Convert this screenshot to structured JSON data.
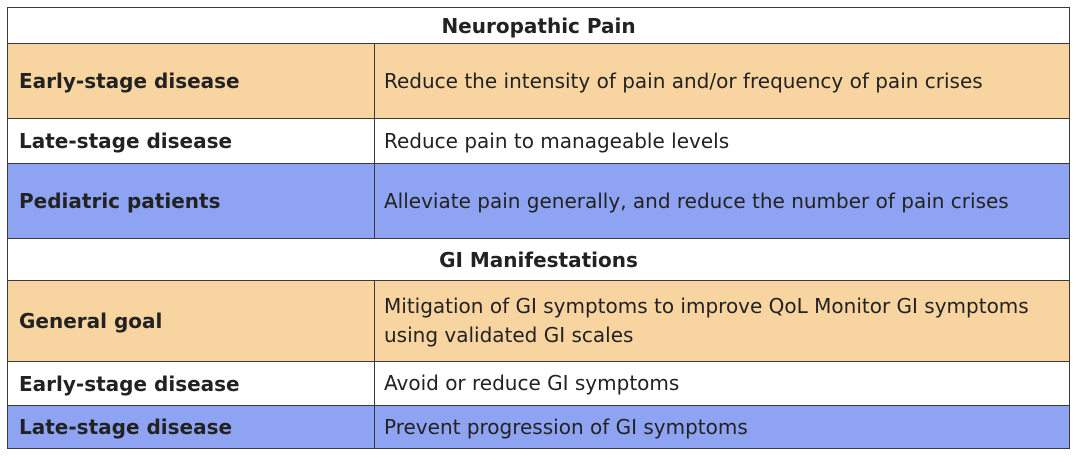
{
  "sections": [
    {
      "title": "Neuropathic Pain",
      "rows": [
        {
          "label": "Early-stage disease",
          "description": "Reduce the intensity of pain and/or frequency of pain crises",
          "color": "#f8d4a0"
        },
        {
          "label": "Late-stage disease",
          "description": "Reduce pain to manageable levels",
          "color": "#ffffff"
        },
        {
          "label": "Pediatric patients",
          "description": "Alleviate pain generally, and reduce the number of pain crises",
          "color": "#8fa3f3"
        }
      ]
    },
    {
      "title": "GI Manifestations",
      "rows": [
        {
          "label": "General goal",
          "description": "Mitigation of GI symptoms to improve QoL Monitor GI symptoms using validated GI scales",
          "color": "#f8d4a0"
        },
        {
          "label": "Early-stage disease",
          "description": "Avoid or reduce GI symptoms",
          "color": "#ffffff"
        },
        {
          "label": "Late-stage disease",
          "description": "Prevent progression of GI symptoms",
          "color": "#8fa3f3"
        }
      ]
    }
  ]
}
